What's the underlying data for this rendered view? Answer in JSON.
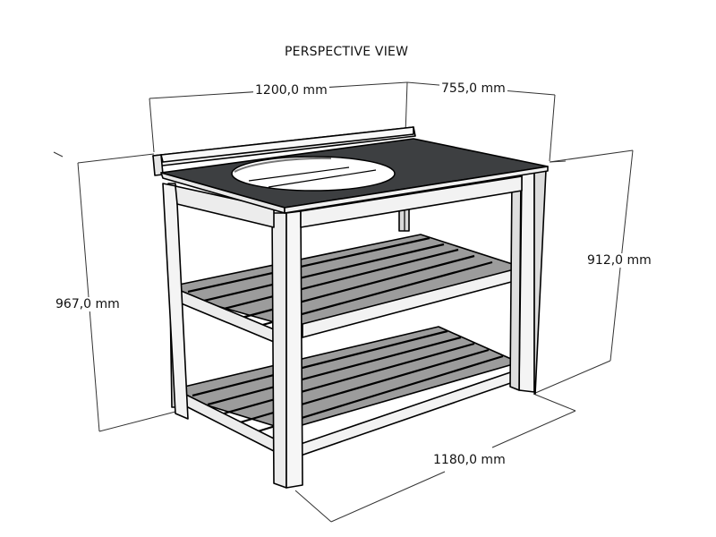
{
  "diagram": {
    "title": "PERSPECTIVE VIEW",
    "subject": "vanity table with countertop, oval sink cutout and two slatted shelves",
    "colors": {
      "background": "#ffffff",
      "countertop": "#3d3f41",
      "frame": "#f2f2f2",
      "frame_shade": "#d6d6d6",
      "slats": "#9c9c9c",
      "slats_shade": "#8a8a8a",
      "outline": "#000000",
      "dimension_line": "#333333"
    },
    "dimensions": {
      "width_top": "1200,0 mm",
      "depth_top": "755,0 mm",
      "height_front_left": "967,0 mm",
      "height_right": "912,0 mm",
      "width_bottom": "1180,0 mm"
    },
    "components": {
      "countertop": "dark countertop with backsplash",
      "sink": "oval sink cutout",
      "upper_shelf": "slatted shelf",
      "lower_shelf": "slatted shelf",
      "legs": "4 square legs"
    },
    "shelf_slat_count": 6
  }
}
